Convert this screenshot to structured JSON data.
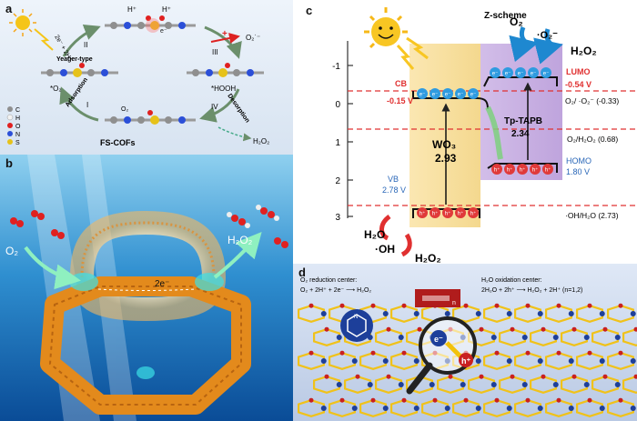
{
  "panel_labels": {
    "a": "a",
    "b": "b",
    "c": "c",
    "d": "d"
  },
  "panel_a": {
    "arrow_top": "2e⁻ + 2H⁺",
    "step_ii": "II",
    "yeager": "Yeager-type",
    "step_iii": "III",
    "step_i": "I",
    "step_iv": "IV",
    "adsorption": "Adsorption",
    "desorption": "Desorption",
    "star_o2": "*O₂",
    "star_ooh": "*HOOH",
    "o2_top": "O₂",
    "o2_radical": "O₂˙⁻",
    "h2o2": "H₂O₂",
    "cof_name": "FS-COFs",
    "h_plus_1": "H⁺",
    "h_plus_2": "H⁺",
    "e_minus": "e⁻",
    "plus_sign": "+",
    "legend": [
      {
        "sym": "C",
        "color": "#8f8f8f"
      },
      {
        "sym": "H",
        "color": "#f2f2f2"
      },
      {
        "sym": "O",
        "color": "#e02020"
      },
      {
        "sym": "N",
        "color": "#2b4fd8"
      },
      {
        "sym": "S",
        "color": "#e6c21a"
      }
    ]
  },
  "panel_b": {
    "o2": "O₂",
    "h2o2": "H₂O₂",
    "two_e": "2e⁻"
  },
  "panel_c": {
    "scheme": "Z-scheme",
    "y_ticks": [
      "-1",
      "0",
      "1",
      "2",
      "3"
    ],
    "cb_label": "CB",
    "cb_value": "-0.15 V",
    "vb_label": "VB",
    "vb_value": "2.78 V",
    "wo3_name": "WO₃",
    "wo3_gap": "2.93",
    "tp_name": "Tp-TAPB",
    "tp_gap": "2.34",
    "lumo_label": "LUMO",
    "lumo_value": "-0.54 V",
    "homo_label": "HOMO",
    "homo_value": "1.80 V",
    "right_levels": [
      {
        "text": "O₂/ ·O₂⁻ (-0.33)"
      },
      {
        "text": "O₂/H₂O₂ (0.68)"
      },
      {
        "text": "·OH/H₂O (2.73)"
      }
    ],
    "top_o2": "O₂",
    "top_o2_rad": "·O₂⁻",
    "top_h2o2": "H₂O₂",
    "bot_h2o": "H₂O",
    "bot_oh": "·OH",
    "bot_h2o2": "H₂O₂",
    "electron": "e⁻",
    "hole": "h⁺"
  },
  "panel_d": {
    "red_title": "O₂ reduction center:",
    "red_eq": "O₂ + 2H⁺ + 2e⁻ ⟶ H₂O₂",
    "ox_title": "H₂O oxidation center:",
    "ox_eq": "2H₂O + 2h⁺ ⟶ H₂O₂ + 2H⁺ (n=1,2)",
    "alkyne_n": "n",
    "e_label": "e⁻",
    "h_label": "h⁺",
    "triazine_n": "N"
  }
}
